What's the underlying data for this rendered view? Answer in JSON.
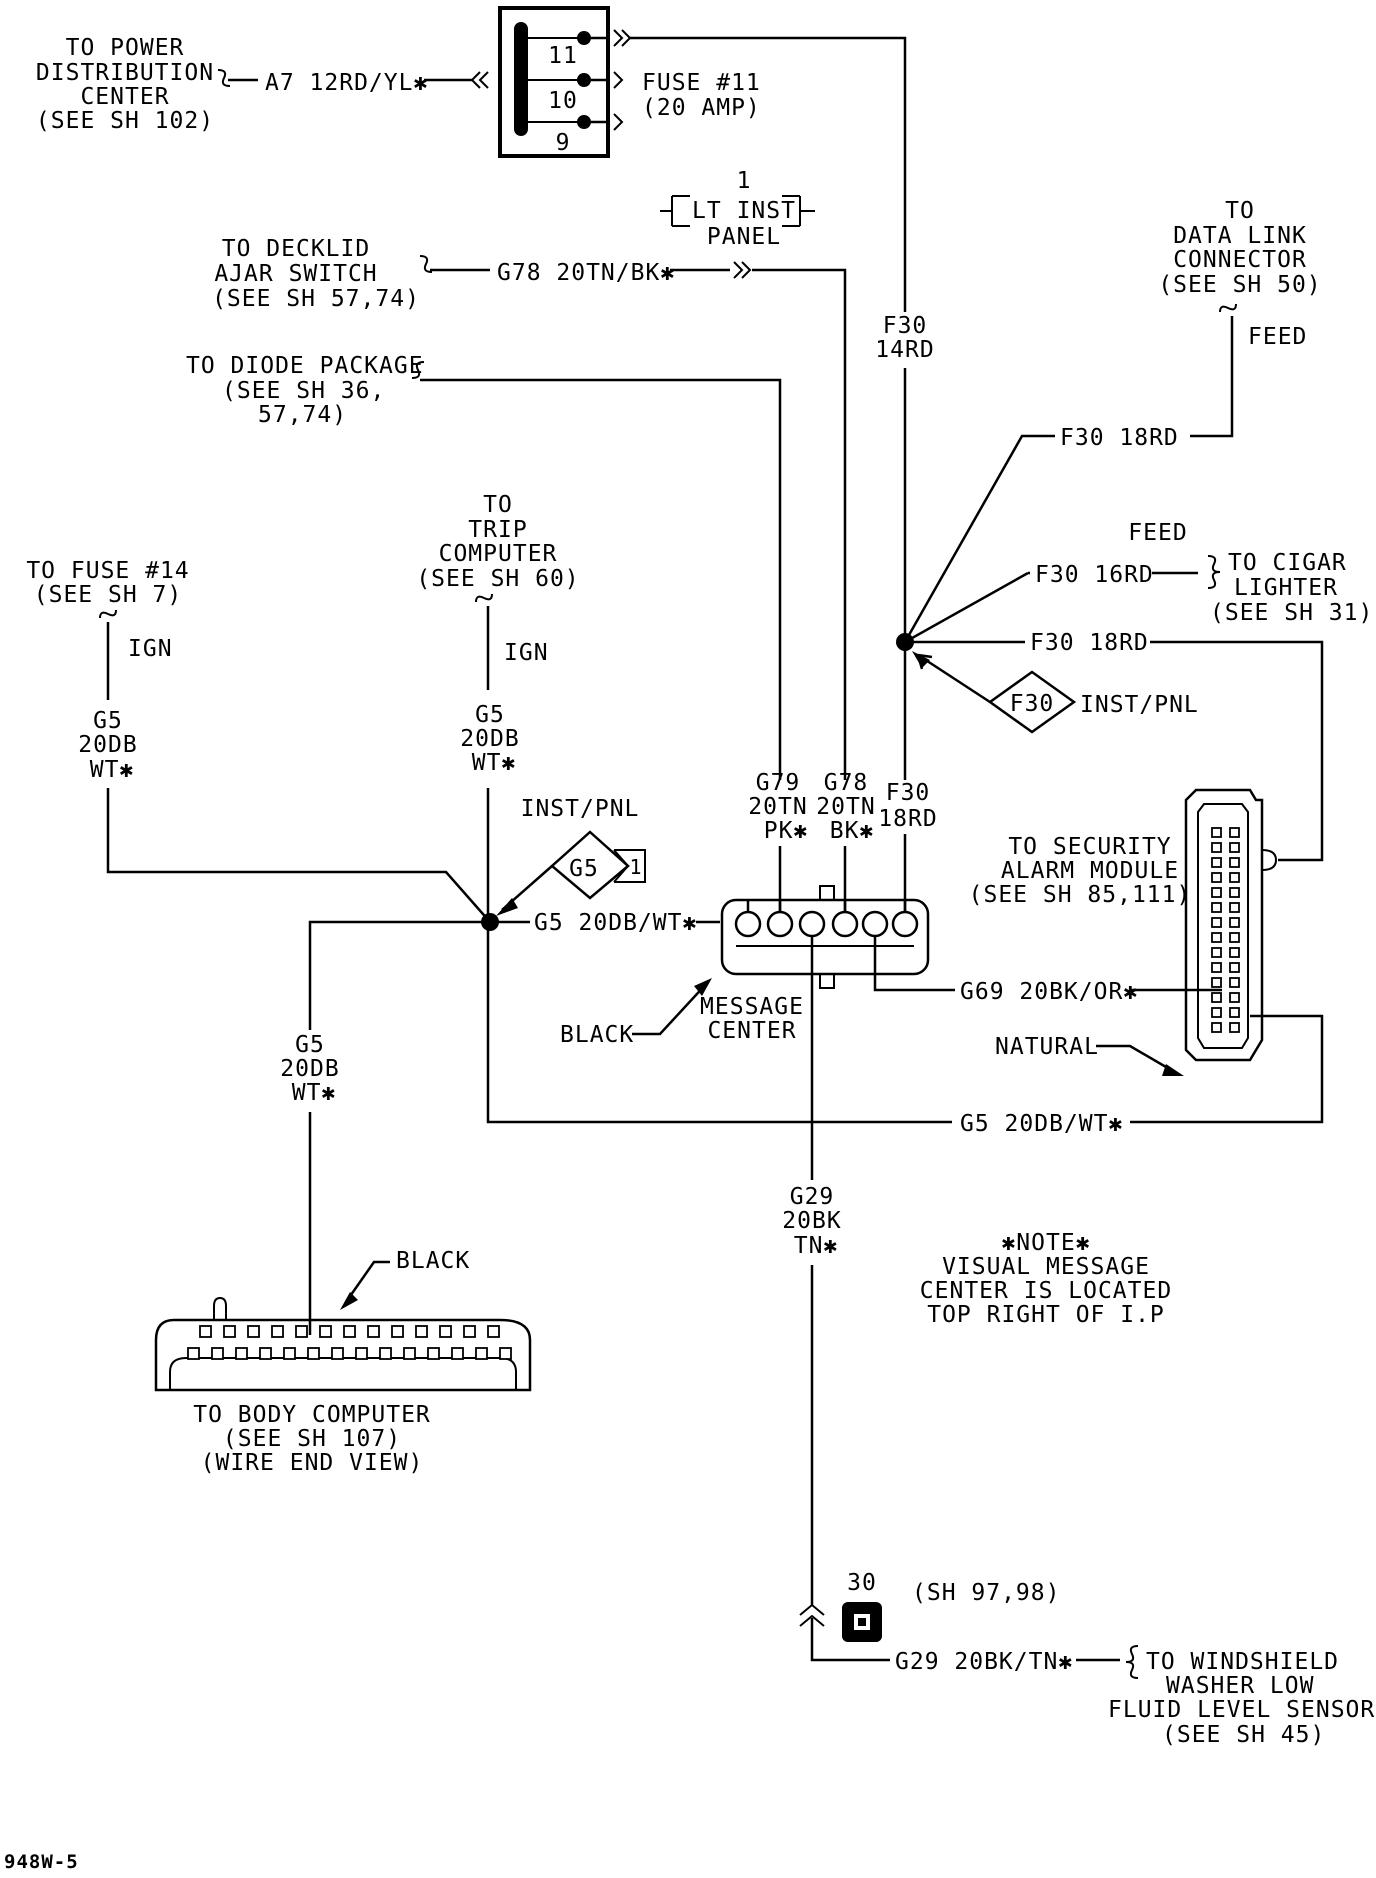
{
  "power_source": {
    "label_lines": [
      "TO POWER",
      "DISTRIBUTION",
      "CENTER",
      "(SEE SH 102)"
    ],
    "wire": "A7 12RD/YL✱"
  },
  "fuse_block": {
    "pins": [
      "11",
      "10",
      "9"
    ],
    "label_lines": [
      "FUSE #11",
      "(20 AMP)"
    ]
  },
  "lt_inst_panel": {
    "number": "1",
    "label_lines": [
      "LT INST",
      "PANEL"
    ]
  },
  "decklid": {
    "label_lines": [
      "TO DECKLID",
      "AJAR SWITCH",
      "(SEE SH 57,74)"
    ],
    "wire": "G78 20TN/BK✱"
  },
  "diode": {
    "label_lines": [
      "TO DIODE PACKAGE",
      "(SEE SH 36,",
      "57,74)"
    ]
  },
  "data_link": {
    "label_lines": [
      "TO",
      "DATA LINK",
      "CONNECTOR",
      "(SEE SH 50)"
    ],
    "feed": "FEED",
    "wire": "F30 18RD"
  },
  "f30_main": {
    "label_lines": [
      "F30",
      "14RD"
    ]
  },
  "cigar": {
    "feed": "FEED",
    "wire": "F30 16RD",
    "label_lines": [
      "TO CIGAR",
      "LIGHTER",
      "(SEE SH 31)"
    ]
  },
  "security_wire": "F30 18RD",
  "f30_splice": {
    "id": "F30",
    "location": "INST/PNL"
  },
  "fuse14": {
    "label_lines": [
      "TO FUSE #14",
      "(SEE SH 7)"
    ],
    "ign": "IGN",
    "wire_lines": [
      "G5",
      "20DB",
      "WT✱"
    ]
  },
  "trip_computer": {
    "label_lines": [
      "TO",
      "TRIP",
      "COMPUTER",
      "(SEE SH 60)"
    ],
    "ign": "IGN",
    "wire_lines": [
      "G5",
      "20DB",
      "WT✱"
    ]
  },
  "g5_splice": {
    "location": "INST/PNL",
    "id": "G5",
    "ref": "1"
  },
  "mc_wires": {
    "g79_lines": [
      "G79",
      "20TN",
      "PK✱"
    ],
    "g78_lines": [
      "G78",
      "20TN",
      "BK✱"
    ],
    "f30_lines": [
      "F30",
      "18RD"
    ],
    "g5": "G5 20DB/WT✱",
    "g69": "G69 20BK/OR✱"
  },
  "message_center": {
    "label_lines": [
      "MESSAGE",
      "CENTER"
    ],
    "color": "BLACK"
  },
  "security_module": {
    "label_lines": [
      "TO SECURITY",
      "ALARM MODULE",
      "(SEE SH 85,111)"
    ],
    "color": "NATURAL"
  },
  "g5_bottom": "G5 20DB/WT✱",
  "body_computer": {
    "wire_lines": [
      "G5",
      "20DB",
      "WT✱"
    ],
    "color": "BLACK",
    "label_lines": [
      "TO BODY COMPUTER",
      "(SEE SH 107)",
      "(WIRE END VIEW)"
    ]
  },
  "g29": {
    "wire_lines": [
      "G29",
      "20BK",
      "TN✱"
    ],
    "wire": "G29 20BK/TN✱"
  },
  "note": {
    "lines": [
      "✱NOTE✱",
      "VISUAL MESSAGE",
      "CENTER IS LOCATED",
      "TOP RIGHT OF I.P"
    ]
  },
  "ground": {
    "number": "30",
    "ref": "(SH 97,98)"
  },
  "washer": {
    "label_lines": [
      "TO WINDSHIELD",
      "WASHER LOW",
      "FLUID LEVEL SENSOR",
      "(SEE SH 45)"
    ]
  },
  "diagram_code": "948W-5"
}
